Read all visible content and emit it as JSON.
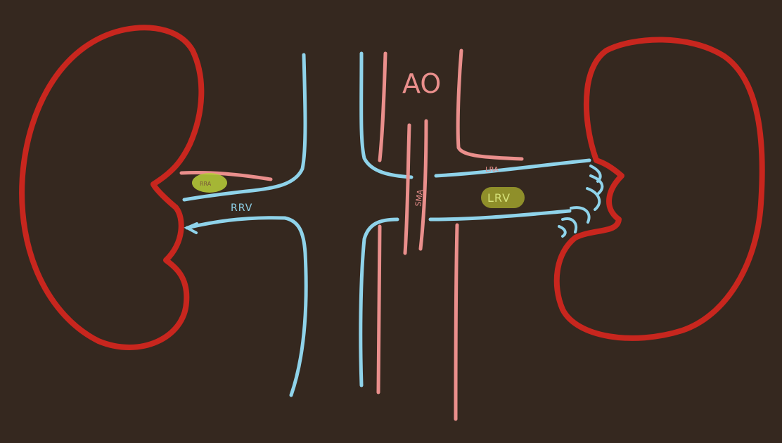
{
  "colors": {
    "background": "#35281f",
    "kidney": "#c8261e",
    "vein": "#8fd3ea",
    "artery": "#ea8f8c",
    "highlight": "#b9cf3a",
    "lrv_highlight": "#8f8f2a"
  },
  "labels": {
    "aorta": "AO",
    "sma": "SMA",
    "right_renal_vein": "RRV",
    "right_renal_artery": "RRA",
    "left_renal_artery": "LRA",
    "left_renal_vein": "LRV"
  }
}
